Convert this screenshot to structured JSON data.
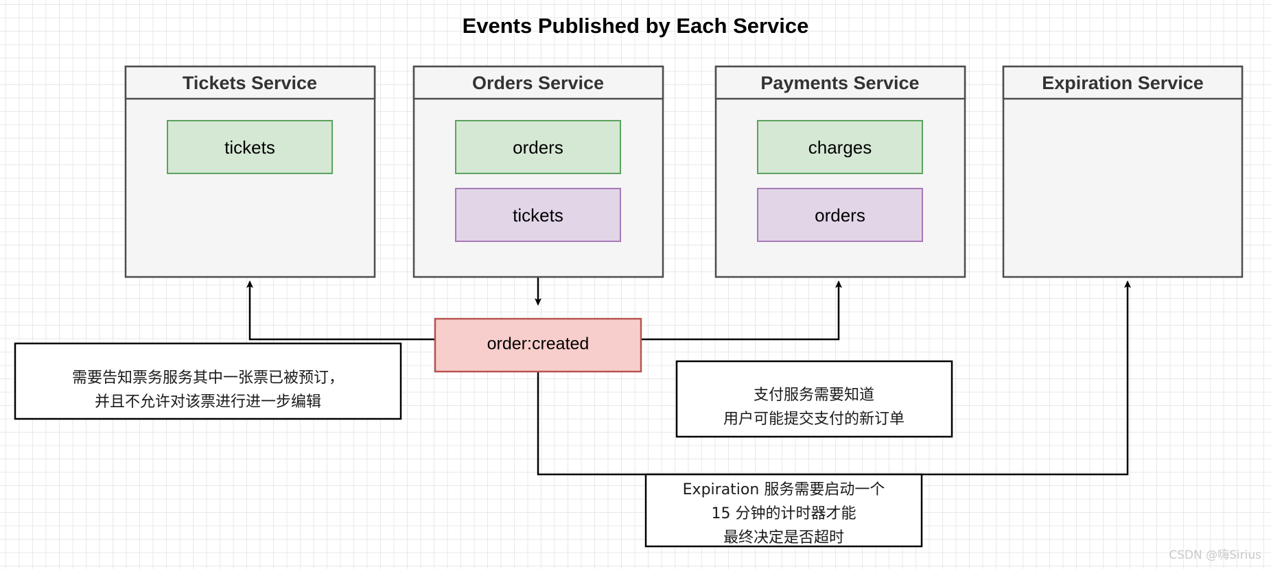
{
  "diagram": {
    "title": "Events Published by Each Service",
    "services": [
      {
        "name": "Tickets Service",
        "chips": [
          {
            "label": "tickets",
            "kind": "published",
            "color": "#d5e8d4"
          }
        ]
      },
      {
        "name": "Orders Service",
        "chips": [
          {
            "label": "orders",
            "kind": "published",
            "color": "#d5e8d4"
          },
          {
            "label": "tickets",
            "kind": "listened",
            "color": "#e1d5e7"
          }
        ]
      },
      {
        "name": "Payments Service",
        "chips": [
          {
            "label": "charges",
            "kind": "published",
            "color": "#d5e8d4"
          },
          {
            "label": "orders",
            "kind": "listened",
            "color": "#e1d5e7"
          }
        ]
      },
      {
        "name": "Expiration Service",
        "chips": []
      }
    ],
    "event": {
      "label": "order:created",
      "fill": "#f8cecc",
      "stroke": "#b85450"
    },
    "notes": [
      {
        "id": "tickets-note",
        "lines": [
          "需要告知票务服务其中一张票已被预订，",
          "并且不允许对该票进行进一步编辑"
        ]
      },
      {
        "id": "payments-note",
        "lines": [
          "支付服务需要知道",
          "用户可能提交支付的新订单"
        ]
      },
      {
        "id": "expiration-note",
        "lines": [
          "Expiration 服务需要启动一个",
          "15 分钟的计时器才能",
          "最终决定是否超时"
        ]
      }
    ]
  },
  "watermark": {
    "text": "CSDN @嗨Sirius"
  }
}
